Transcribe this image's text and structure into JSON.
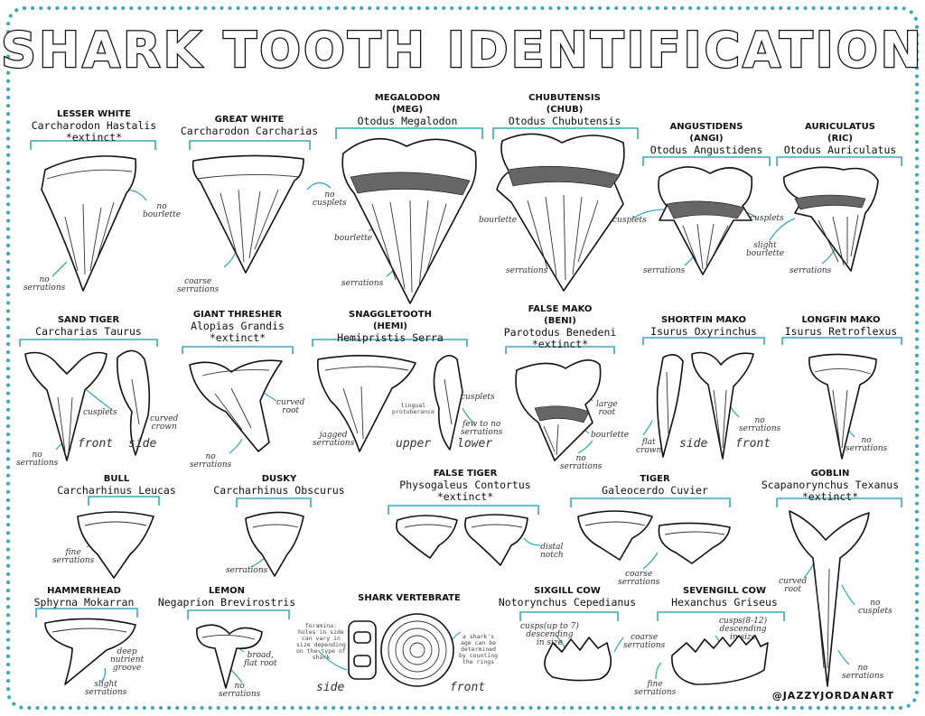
{
  "title": "SHARK TOOTH IDENTIFICATION",
  "credit": "@JAZZYJORDANART",
  "colors": {
    "border": "#3aa8b8",
    "bracket": "#3aa8b8",
    "ink": "#111111"
  },
  "species": [
    {
      "common": "LESSER WHITE",
      "scientific": "Carcharodon Hastalis",
      "note": "*extinct*"
    },
    {
      "common": "GREAT WHITE",
      "scientific": "Carcharodon Carcharias"
    },
    {
      "common": "MEGALODON",
      "alias": "(MEG)",
      "scientific": "Otodus Megalodon"
    },
    {
      "common": "CHUBUTENSIS",
      "alias": "(CHUB)",
      "scientific": "Otodus Chubutensis"
    },
    {
      "common": "ANGUSTIDENS",
      "alias": "(ANGI)",
      "scientific": "Otodus Angustidens"
    },
    {
      "common": "AURICULATUS",
      "alias": "(RIC)",
      "scientific": "Otodus Auriculatus"
    },
    {
      "common": "SAND TIGER",
      "scientific": "Carcharias Taurus"
    },
    {
      "common": "GIANT THRESHER",
      "scientific": "Alopias Grandis",
      "note": "*extinct*"
    },
    {
      "common": "SNAGGLETOOTH",
      "alias": "(HEMI)",
      "scientific": "Hemipristis Serra"
    },
    {
      "common": "FALSE MAKO",
      "alias": "(BENI)",
      "scientific": "Parotodus Benedeni",
      "note": "*extinct*"
    },
    {
      "common": "SHORTFIN MAKO",
      "scientific": "Isurus Oxyrinchus"
    },
    {
      "common": "LONGFIN MAKO",
      "scientific": "Isurus Retroflexus"
    },
    {
      "common": "BULL",
      "scientific": "Carcharhinus Leucas"
    },
    {
      "common": "DUSKY",
      "scientific": "Carcharhinus Obscurus"
    },
    {
      "common": "FALSE TIGER",
      "scientific": "Physogaleus Contortus",
      "note": "*extinct*"
    },
    {
      "common": "TIGER",
      "scientific": "Galeocerdo Cuvier"
    },
    {
      "common": "GOBLIN",
      "scientific": "Scapanorynchus Texanus",
      "note": "*extinct*"
    },
    {
      "common": "HAMMERHEAD",
      "scientific": "Sphyrna Mokarran"
    },
    {
      "common": "LEMON",
      "scientific": "Negaprion Brevirostris"
    },
    {
      "common": "SHARK VERTEBRATE"
    },
    {
      "common": "SIXGILL COW",
      "scientific": "Notorynchus Cepedianus"
    },
    {
      "common": "SEVENGILL COW",
      "scientific": "Hexanchus Griseus"
    }
  ],
  "annotations": {
    "no_bourlette": "no\nbourlette",
    "no_serrations_1": "no\nserrations",
    "coarse_serrations": "coarse\nserrations",
    "no_cusplets": "no\ncusplets",
    "bourlette_meg": "bourlette",
    "serrations_meg": "serrations",
    "bourlette_chub": "bourlette",
    "serrations_chub": "serrations",
    "cusplets_chub": "cusplets",
    "serrations_angi": "serrations",
    "cusplets_ric": "cusplets",
    "slight_bourlette": "slight\nbourlette",
    "serrations_ric": "serrations",
    "cusplets_sand": "cusplets",
    "curved_crown": "curved\ncrown",
    "no_serrations_sand": "no\nserrations",
    "front_sand": "front",
    "side_sand": "side",
    "curved_root": "curved\nroot",
    "no_serrations_thresher": "no\nserrations",
    "lingual": "lingual\nprotuberance",
    "cusplets_hemi": "cusplets",
    "jagged": "jagged\nserrations",
    "few_serrations": "few to no\nserrations",
    "upper": "upper",
    "lower": "lower",
    "large_root": "large\nroot",
    "bourlette_beni": "bourlette",
    "no_serrations_beni": "no\nserrations",
    "flat_crown": "flat\ncrown",
    "side_mako": "side",
    "front_mako": "front",
    "no_serrations_mako": "no\nserrations",
    "no_serrations_longfin": "no\nserrations",
    "fine_serrations_bull": "fine\nserrations",
    "serrations_dusky": "serrations",
    "distal_notch": "distal\nnotch",
    "coarse_serrations_tiger": "coarse\nserrations",
    "curved_root_goblin": "curved\nroot",
    "no_cusplets_goblin": "no\ncusplets",
    "no_serrations_goblin": "no\nserrations",
    "deep_groove": "deep\nnutrient\ngroove",
    "slight_serrations": "slight\nserrations",
    "broad_root": "broad,\nflat root",
    "no_serrations_lemon": "no\nserrations",
    "foramina": "foramina:\nholes in side\ncan vary in\nsize depending\non the type of\nshark",
    "age": "a shark's\nage can be\ndetermined\nby counting\nthe rings",
    "side_vert": "side",
    "front_vert": "front",
    "cusps_sixgill": "cusps(up to 7)\ndescending\nin size",
    "coarse_serrations_sixgill": "coarse\nserrations",
    "cusps_sevengill": "cusps(8-12)\ndescending\nin size",
    "fine_serrations_sevengill": "fine\nserrations"
  }
}
